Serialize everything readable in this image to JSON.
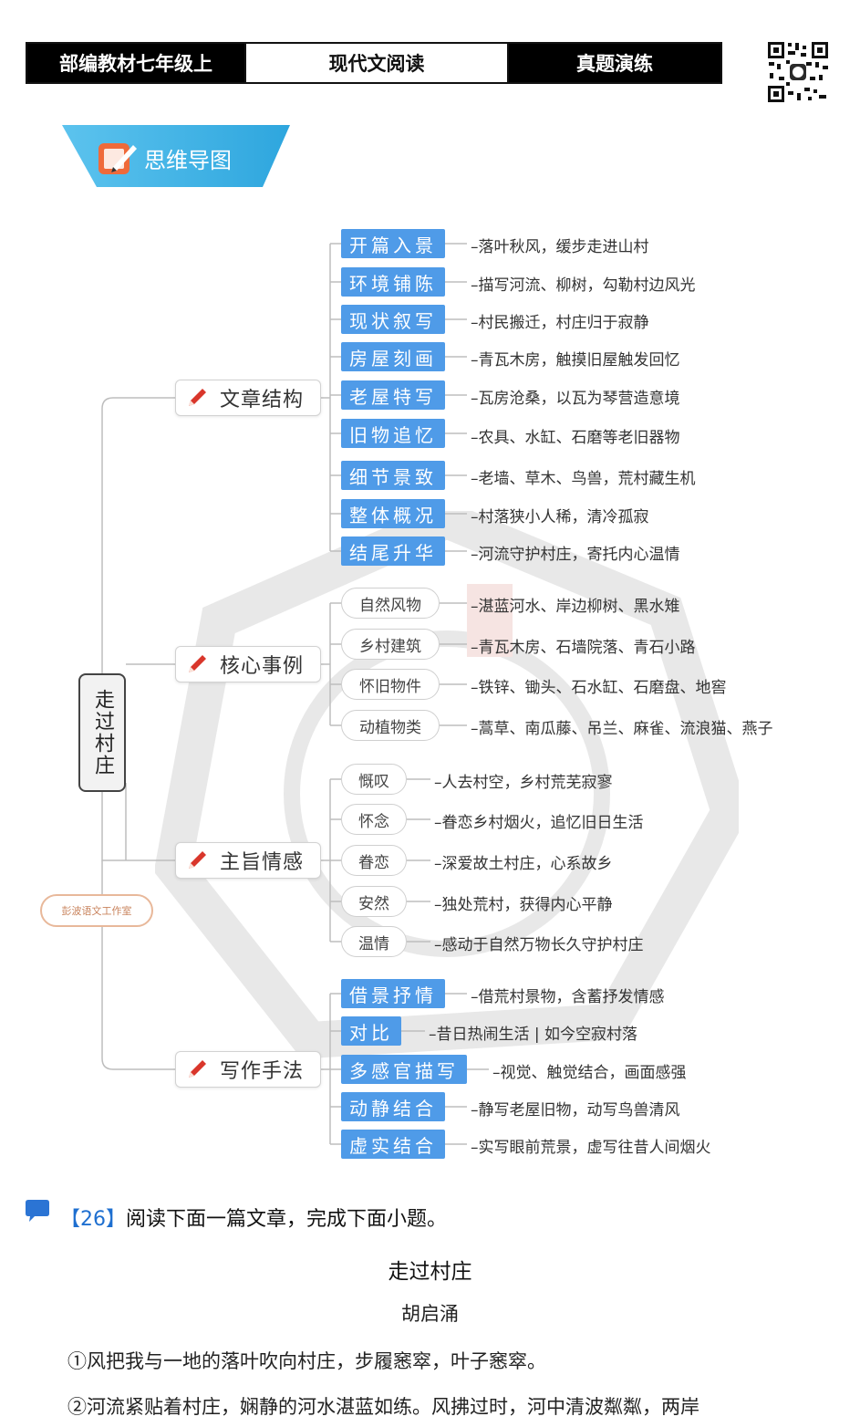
{
  "header": {
    "grade": "部编教材七年级上",
    "topic": "现代文阅读",
    "section": "真题演练"
  },
  "banner": {
    "title": "思维导图",
    "icon": "pencil-note-icon"
  },
  "mindmap": {
    "root": "走过村庄",
    "stamp": "彭波语文工作室",
    "branches": [
      {
        "label": "文章结构",
        "leaves": [
          {
            "tag": "开篇入景",
            "text": "–落叶秋风，缓步走进山村"
          },
          {
            "tag": "环境铺陈",
            "text": "–描写河流、柳树，勾勒村边风光"
          },
          {
            "tag": "现状叙写",
            "text": "–村民搬迁，村庄归于寂静"
          },
          {
            "tag": "房屋刻画",
            "text": "–青瓦木房，触摸旧屋触发回忆"
          },
          {
            "tag": "老屋特写",
            "text": "–瓦房沧桑，以瓦为琴营造意境"
          },
          {
            "tag": "旧物追忆",
            "text": "–农具、水缸、石磨等老旧器物"
          },
          {
            "tag": "细节景致",
            "text": "–老墙、草木、鸟兽，荒村藏生机"
          },
          {
            "tag": "整体概况",
            "text": "–村落狭小人稀，清冷孤寂"
          },
          {
            "tag": "结尾升华",
            "text": "–河流守护村庄，寄托内心温情"
          }
        ]
      },
      {
        "label": "核心事例",
        "leaves": [
          {
            "tag": "自然风物",
            "text": "–湛蓝河水、岸边柳树、黑水雉"
          },
          {
            "tag": "乡村建筑",
            "text": "–青瓦木房、石墙院落、青石小路"
          },
          {
            "tag": "怀旧物件",
            "text": "–铁锌、锄头、石水缸、石磨盘、地窖"
          },
          {
            "tag": "动植物类",
            "text": "–蒿草、南瓜藤、吊兰、麻雀、流浪猫、燕子"
          }
        ]
      },
      {
        "label": "主旨情感",
        "leaves": [
          {
            "tag": "慨叹",
            "text": "–人去村空，乡村荒芜寂寥"
          },
          {
            "tag": "怀念",
            "text": "–眷恋乡村烟火，追忆旧日生活"
          },
          {
            "tag": "眷恋",
            "text": "–深爱故土村庄，心系故乡"
          },
          {
            "tag": "安然",
            "text": "–独处荒村，获得内心平静"
          },
          {
            "tag": "温情",
            "text": "–感动于自然万物长久守护村庄"
          }
        ]
      },
      {
        "label": "写作手法",
        "leaves": [
          {
            "tag": "借景抒情",
            "text": "–借荒村景物，含蓄抒发情感"
          },
          {
            "tag": "对比",
            "text": "–昔日热闹生活 | 如今空寂村落"
          },
          {
            "tag": "多感官描写",
            "text": "–视觉、触觉结合，画面感强"
          },
          {
            "tag": "动静结合",
            "text": "–静写老屋旧物，动写鸟兽清风"
          },
          {
            "tag": "虚实结合",
            "text": "–实写眼前荒景，虚写往昔人间烟火"
          }
        ]
      }
    ]
  },
  "question": {
    "number": "【26】",
    "prompt": "阅读下面一篇文章，完成下面小题。",
    "article_title": "走过村庄",
    "author": "胡启涌",
    "paragraphs": [
      "①风把我与一地的落叶吹向村庄，步履窸窣，叶子窸窣。",
      "②河流紧贴着村庄，娴静的河水湛蓝如练。风拂过时，河中清波粼粼，两岸"
    ]
  },
  "colors": {
    "header_dark": "#000000",
    "leaf_blue": "#4f9be8",
    "banner_teal": "#3cb3e6",
    "pen_red": "#d9362b",
    "question_blue": "#1e6fd0"
  }
}
